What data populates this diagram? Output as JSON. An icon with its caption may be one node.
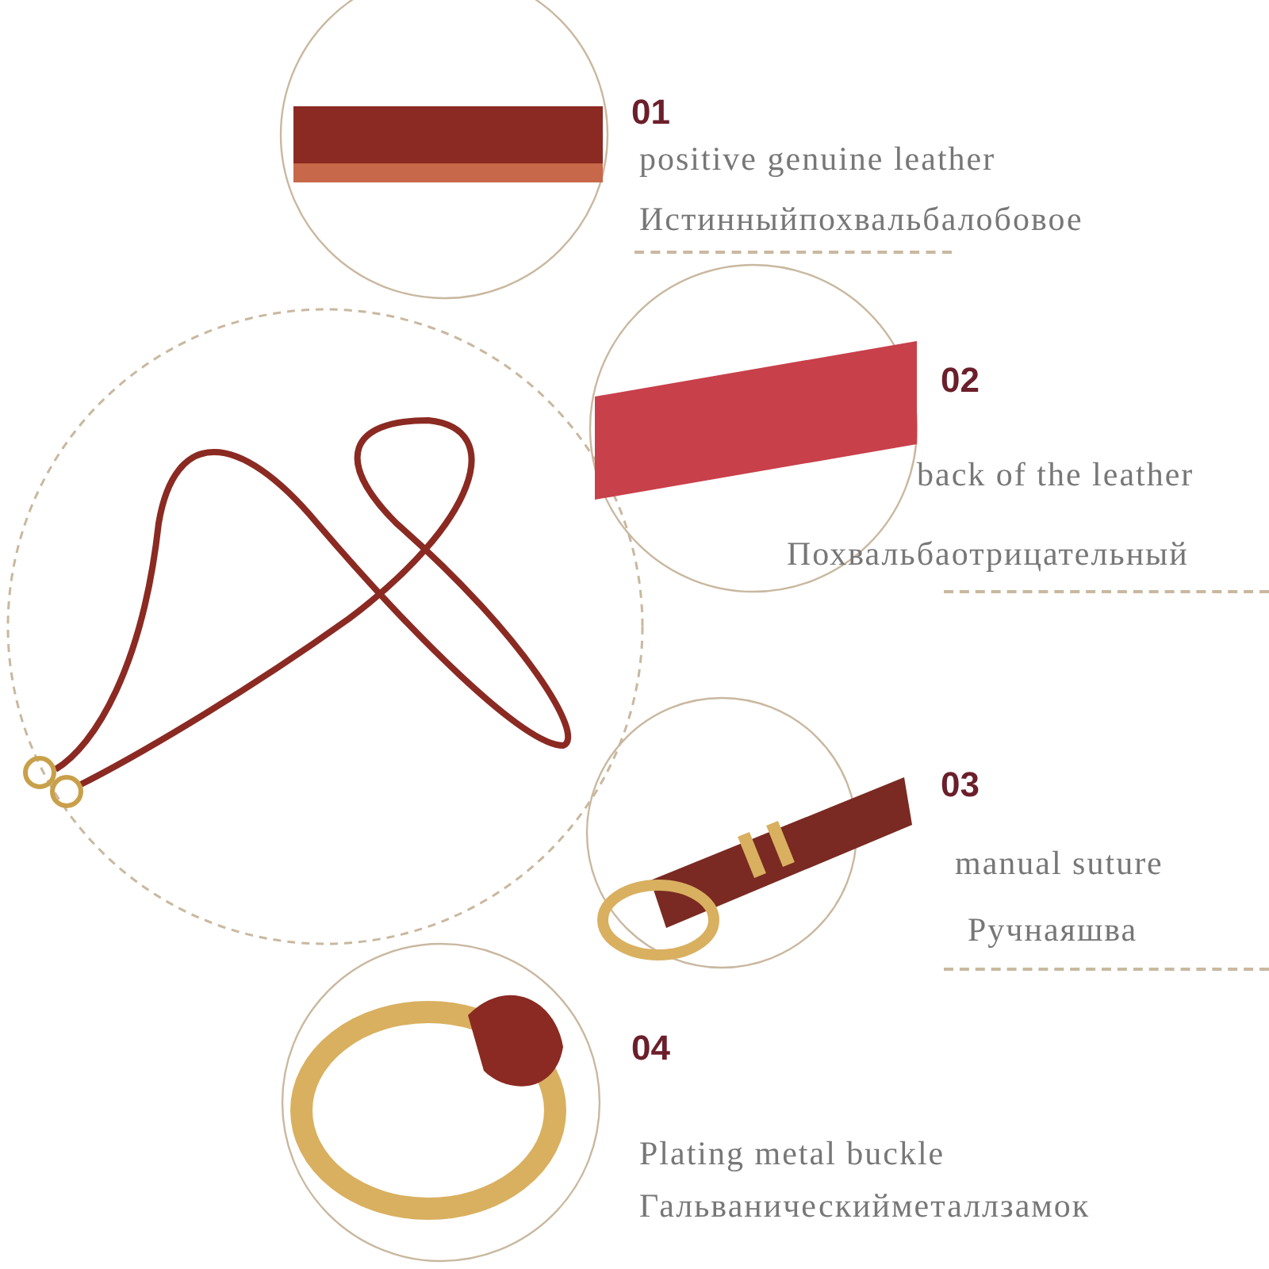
{
  "diagram": {
    "labels": [
      "01",
      "positive genuine leather",
      "Истинныйпохвальбалобовое",
      "02",
      "back of the leather",
      "Похвальбаотрицательный",
      "03",
      "manual suture",
      "Ручнаяшва",
      "04",
      "Plating metal buckle",
      "Гальваническийметаллзамок"
    ]
  }
}
